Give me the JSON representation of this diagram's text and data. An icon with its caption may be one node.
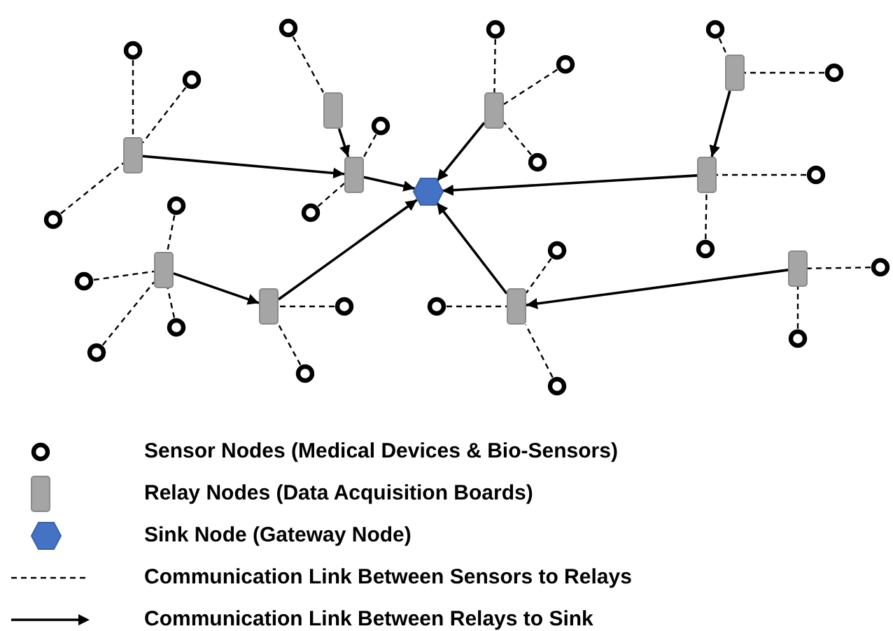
{
  "diagram": {
    "nodes": [
      {
        "text": [],
        "shape": "circle"
      },
      {
        "text": [],
        "shape": "circle"
      },
      {
        "text": [],
        "shape": "circle"
      },
      {
        "text": [],
        "shape": "circle"
      },
      {
        "text": [],
        "shape": "circle"
      },
      {
        "text": [],
        "shape": "box"
      },
      {
        "text": [],
        "shape": "circle"
      },
      {
        "text": [],
        "shape": "circle"
      },
      {
        "text": [],
        "shape": "box"
      },
      {
        "text": [],
        "shape": "box"
      },
      {
        "text": [],
        "shape": "circle"
      },
      {
        "text": [],
        "shape": "box"
      },
      {
        "text": [],
        "shape": "circle"
      },
      {
        "text": [],
        "shape": "box"
      },
      {
        "text": [],
        "shape": "box"
      },
      {
        "text": [],
        "shape": "circle"
      },
      {
        "text": [],
        "shape": "hexagon"
      },
      {
        "text": [],
        "shape": "circle"
      },
      {
        "text": [],
        "shape": "circle"
      },
      {
        "text": [],
        "shape": "circle"
      },
      {
        "text": [],
        "shape": "circle"
      },
      {
        "text": [],
        "shape": "circle"
      },
      {
        "text": [],
        "shape": "circle"
      },
      {
        "text": [],
        "shape": "box"
      },
      {
        "text": [],
        "shape": "box"
      },
      {
        "text": [],
        "shape": "circle"
      },
      {
        "text": [],
        "shape": "box"
      },
      {
        "text": [],
        "shape": "box"
      },
      {
        "text": [],
        "shape": "circle"
      },
      {
        "text": [],
        "shape": "circle"
      },
      {
        "text": [],
        "shape": "circle"
      },
      {
        "text": [],
        "shape": "circle"
      },
      {
        "text": [],
        "shape": "circle"
      },
      {
        "text": [],
        "shape": "circle"
      },
      {
        "text": [],
        "shape": "circle"
      }
    ],
    "edges": [
      {
        "from": 11,
        "to": 13,
        "arrow": "to"
      },
      {
        "from": 8,
        "to": 13,
        "arrow": "to"
      },
      {
        "from": 13,
        "to": 16,
        "arrow": "to"
      },
      {
        "from": 26,
        "to": 16,
        "arrow": "to"
      },
      {
        "from": 24,
        "to": 26,
        "arrow": "to"
      },
      {
        "from": 9,
        "to": 16,
        "arrow": "to"
      },
      {
        "from": 14,
        "to": 16,
        "arrow": "to"
      },
      {
        "from": 5,
        "to": 14,
        "arrow": "to"
      },
      {
        "from": 27,
        "to": 16,
        "arrow": "to"
      },
      {
        "from": 23,
        "to": 27,
        "arrow": "to"
      },
      {
        "from": 0,
        "to": 8,
        "arrow": "none",
        "style": "dashed"
      },
      {
        "from": 3,
        "to": 11,
        "arrow": "none",
        "style": "dashed"
      },
      {
        "from": 7,
        "to": 11,
        "arrow": "none",
        "style": "dashed"
      },
      {
        "from": 19,
        "to": 11,
        "arrow": "none",
        "style": "dashed"
      },
      {
        "from": 10,
        "to": 13,
        "arrow": "none",
        "style": "dashed"
      },
      {
        "from": 18,
        "to": 13,
        "arrow": "none",
        "style": "dashed"
      },
      {
        "from": 1,
        "to": 9,
        "arrow": "none",
        "style": "dashed"
      },
      {
        "from": 4,
        "to": 9,
        "arrow": "none",
        "style": "dashed"
      },
      {
        "from": 12,
        "to": 9,
        "arrow": "none",
        "style": "dashed"
      },
      {
        "from": 2,
        "to": 5,
        "arrow": "none",
        "style": "dashed"
      },
      {
        "from": 6,
        "to": 5,
        "arrow": "none",
        "style": "dashed"
      },
      {
        "from": 15,
        "to": 14,
        "arrow": "none",
        "style": "dashed"
      },
      {
        "from": 20,
        "to": 14,
        "arrow": "none",
        "style": "dashed"
      },
      {
        "from": 17,
        "to": 24,
        "arrow": "none",
        "style": "dashed"
      },
      {
        "from": 25,
        "to": 24,
        "arrow": "none",
        "style": "dashed"
      },
      {
        "from": 30,
        "to": 24,
        "arrow": "none",
        "style": "dashed"
      },
      {
        "from": 32,
        "to": 24,
        "arrow": "none",
        "style": "dashed"
      },
      {
        "from": 28,
        "to": 26,
        "arrow": "none",
        "style": "dashed"
      },
      {
        "from": 33,
        "to": 26,
        "arrow": "none",
        "style": "dashed"
      },
      {
        "from": 29,
        "to": 27,
        "arrow": "none",
        "style": "dashed"
      },
      {
        "from": 21,
        "to": 27,
        "arrow": "none",
        "style": "dashed"
      },
      {
        "from": 34,
        "to": 27,
        "arrow": "none",
        "style": "dashed"
      },
      {
        "from": 22,
        "to": 23,
        "arrow": "none",
        "style": "dashed"
      },
      {
        "from": 31,
        "to": 23,
        "arrow": "none",
        "style": "dashed"
      }
    ],
    "legend": [
      {
        "text": "Sensor Nodes (Medical Devices & Bio-Sensors)"
      },
      {
        "text": "Relay Nodes (Data Acquisition Boards)"
      },
      {
        "text": "Sink Node (Gateway Node)"
      },
      {
        "text": "Communication Link Between Sensors to Relays"
      },
      {
        "text": "Communication Link Between Relays to Sink"
      }
    ]
  }
}
